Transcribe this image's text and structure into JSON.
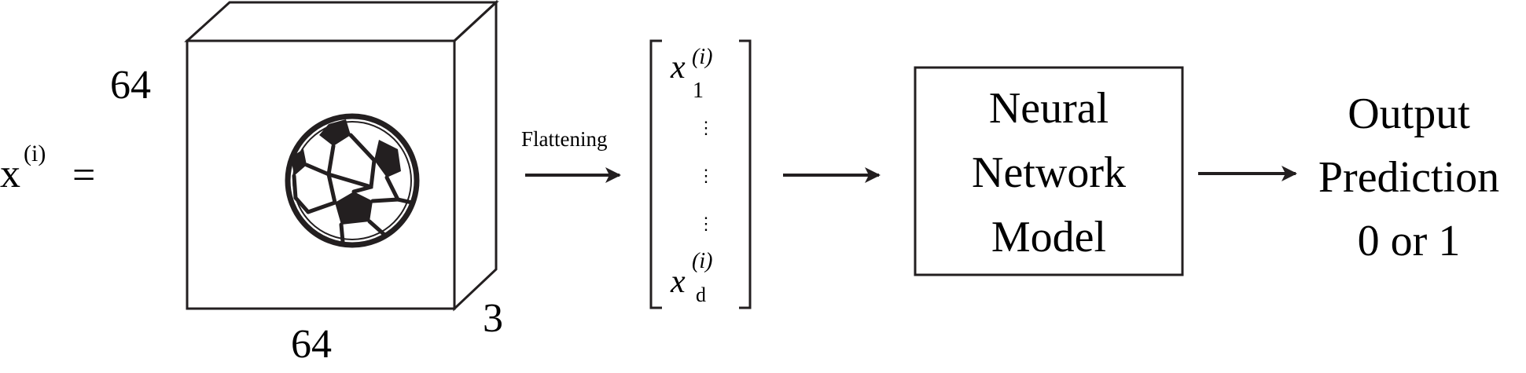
{
  "input": {
    "var": "x",
    "superscript": "(i)",
    "equals": "="
  },
  "image_cube": {
    "height_label": "64",
    "width_label": "64",
    "depth_label": "3",
    "content_icon": "soccer-ball-icon"
  },
  "flatten": {
    "label": "Flattening"
  },
  "vector": {
    "first_var": "x",
    "first_sup": "(i)",
    "first_sub": "1",
    "ellipsis": "⋮",
    "last_var": "x",
    "last_sup": "(i)",
    "last_sub": "d"
  },
  "model": {
    "line1": "Neural",
    "line2": "Network",
    "line3": "Model"
  },
  "output": {
    "line1": "Output",
    "line2": "Prediction",
    "line3": "0 or 1"
  },
  "colors": {
    "ink": "#231f20",
    "background": "#ffffff"
  }
}
